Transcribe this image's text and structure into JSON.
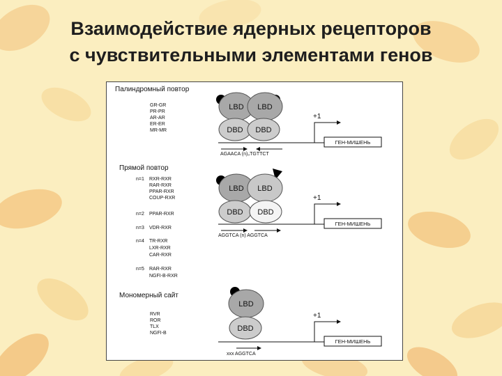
{
  "slide": {
    "title_line1": "Взаимодействие ядерных рецепторов",
    "title_line2": "с чувствительными элементами генов"
  },
  "diagram": {
    "lbd_label": "LBD",
    "dbd_label": "DBD",
    "plus_one": "+1",
    "target_gene": "ГЕН-МИШЕНЬ",
    "sections": [
      {
        "heading": "Палиндромный повтор",
        "groups": [
          {
            "n": "",
            "items": [
              "GR-GR",
              "PR-PR",
              "AR-AR",
              "ER-ER",
              "MR-MR"
            ]
          }
        ],
        "sequence": "AGAACA (n)₃TGTTCT"
      },
      {
        "heading": "Прямой повтор",
        "groups": [
          {
            "n": "n=1",
            "items": [
              "RXR-RXR",
              "RAR-RXR",
              "PPAR-RXR",
              "COUP-RXR"
            ]
          },
          {
            "n": "n=2",
            "items": [
              "PPAR-RXR"
            ]
          },
          {
            "n": "n=3",
            "items": [
              "VDR-RXR"
            ]
          },
          {
            "n": "n=4",
            "items": [
              "TR-RXR",
              "LXR-RXR",
              "CAR-RXR"
            ]
          },
          {
            "n": "n=5",
            "items": [
              "RAR-RXR",
              "NGFI-B-RXR"
            ]
          }
        ],
        "sequence": "AGGTCA (n) AGGTCA"
      },
      {
        "heading": "Мономерный сайт",
        "groups": [
          {
            "n": "",
            "items": [
              "RVR",
              "ROR",
              "TLX",
              "NGFI-B"
            ]
          }
        ],
        "sequence": "xxx AGGTCA"
      }
    ]
  }
}
